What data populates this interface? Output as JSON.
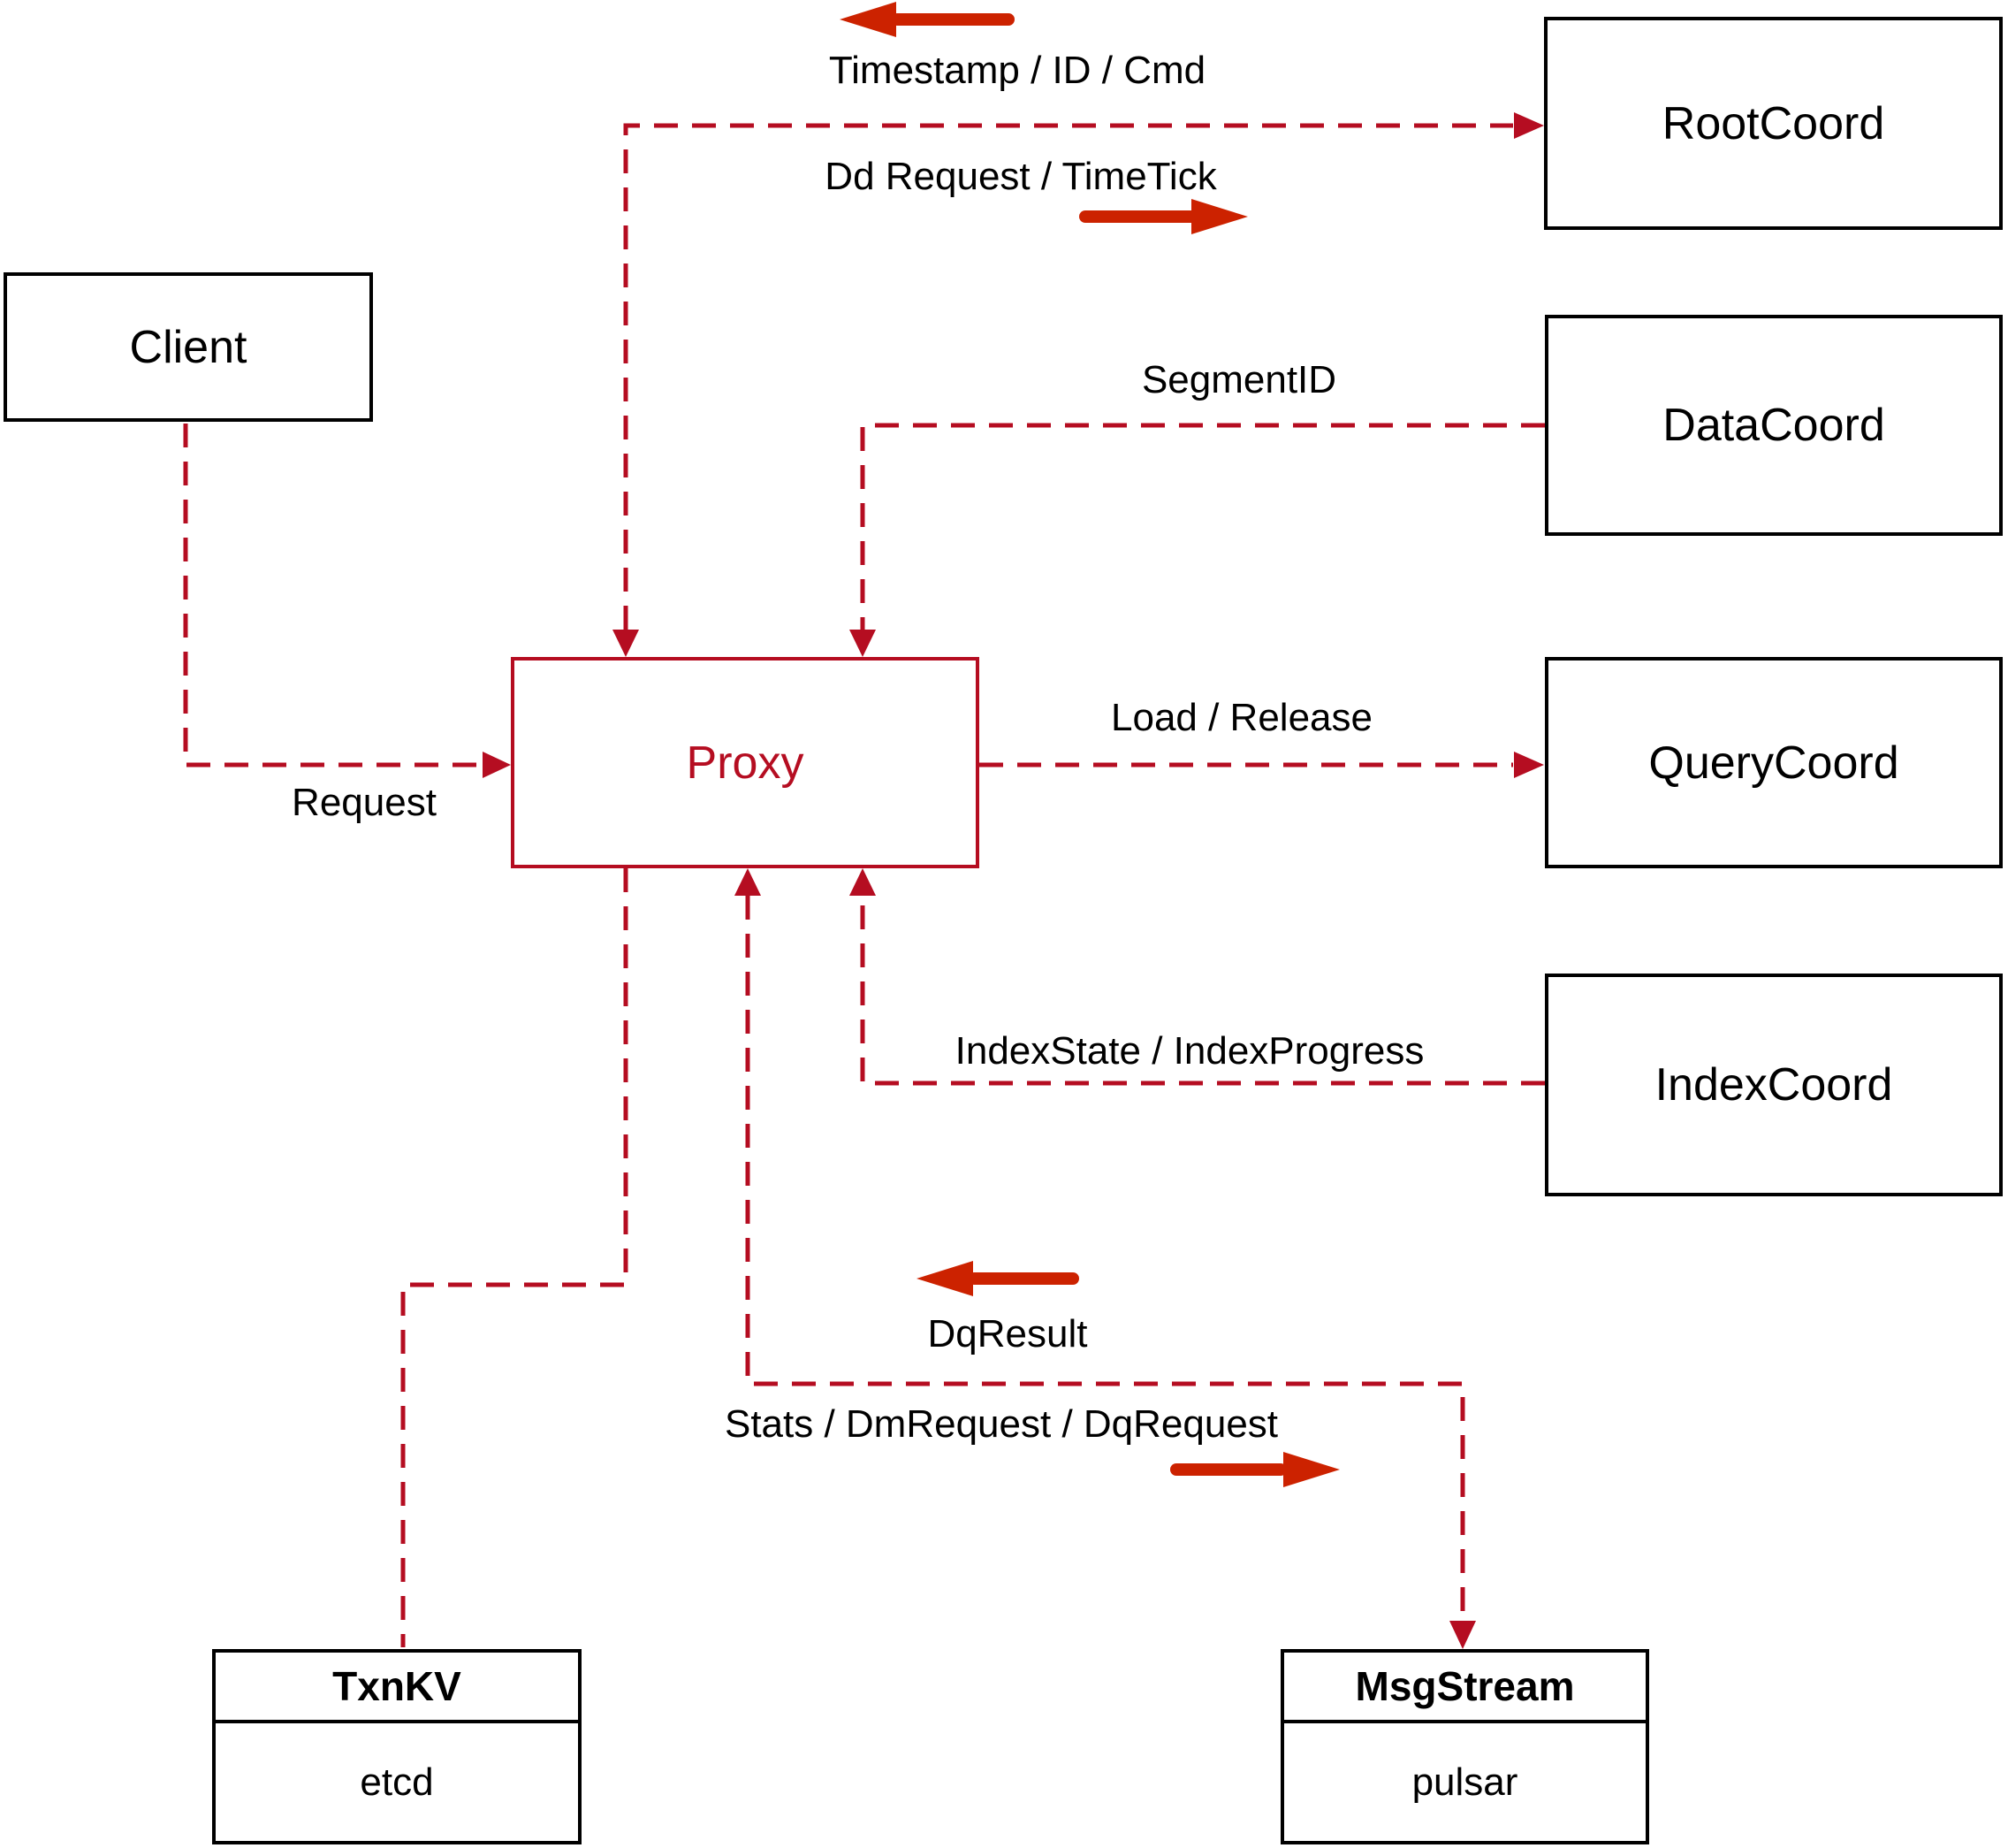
{
  "colors": {
    "background": "#ffffff",
    "connector": "#b50d21",
    "arrow": "#cc2200",
    "box_border": "#000000",
    "text": "#000000",
    "proxy_accent": "#b50d21"
  },
  "nodes": {
    "client": {
      "label": "Client"
    },
    "rootcoord": {
      "label": "RootCoord"
    },
    "datacoord": {
      "label": "DataCoord"
    },
    "querycoord": {
      "label": "QueryCoord"
    },
    "indexcoord": {
      "label": "IndexCoord"
    },
    "proxy": {
      "label": "Proxy"
    },
    "txnkv": {
      "title": "TxnKV",
      "impl": "etcd"
    },
    "msgstream": {
      "title": "MsgStream",
      "impl": "pulsar"
    }
  },
  "edges": {
    "client_proxy": {
      "label": "Request"
    },
    "proxy_rootcoord": {
      "label_return": "Timestamp / ID / Cmd",
      "label_send": "Dd Request / TimeTick"
    },
    "datacoord_proxy": {
      "label": "SegmentID"
    },
    "proxy_querycoord": {
      "label": "Load / Release"
    },
    "indexcoord_proxy": {
      "label": "IndexState / IndexProgress"
    },
    "proxy_msgstream": {
      "label_return": "DqResult",
      "label_send": "Stats / DmRequest / DqRequest"
    }
  }
}
